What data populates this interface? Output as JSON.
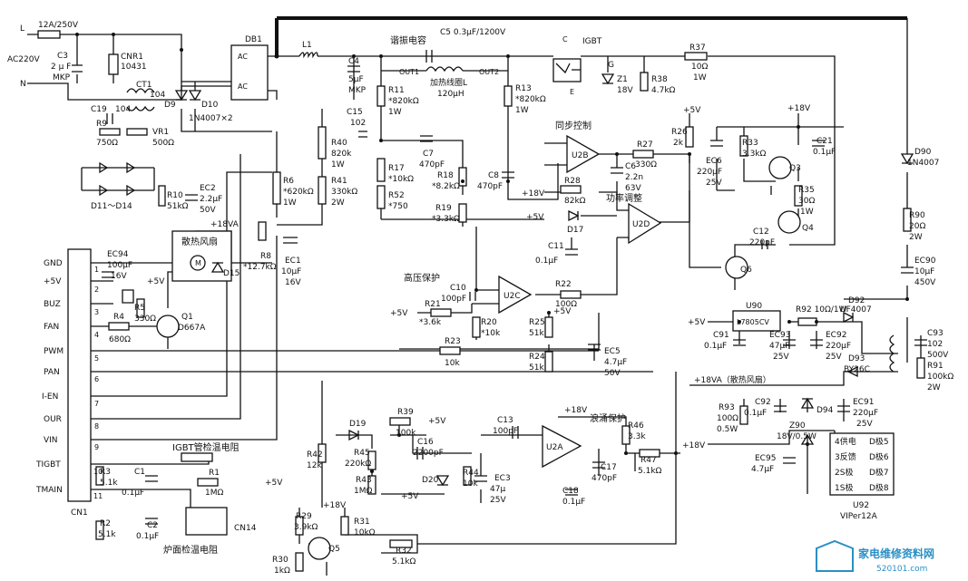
{
  "power_input": {
    "l": "L",
    "n": "N",
    "ac": "AC220V",
    "fuse": "12A/250V",
    "c3": [
      "C3",
      "2 μ F",
      "MKP"
    ],
    "cnr1": [
      "CNR1",
      "10431"
    ],
    "ct1": [
      "CT1",
      "104"
    ],
    "db1": "DB1",
    "ac_pin": "AC",
    "d9": "D9",
    "d10": "D10",
    "d9_10_type": "1N4007×2",
    "c19": [
      "C19",
      "104"
    ],
    "r9": [
      "R9",
      "750Ω"
    ],
    "vr1": [
      "VR1",
      "500Ω"
    ],
    "d11": "D11～D14",
    "r10": [
      "R10",
      "51kΩ"
    ],
    "ec2": [
      "EC2",
      "2.2μF",
      "50V"
    ]
  },
  "main": {
    "l1": "L1",
    "c4": [
      "C4",
      "5μF",
      "MKP"
    ],
    "c5_title": "谐振电容",
    "c5": "C5  0.3μF/1200V",
    "out1": "OUT1",
    "out2": "OUT2",
    "coil": [
      "加热线圈L",
      "120μH"
    ],
    "r11": [
      "R11",
      "*820kΩ",
      "1W"
    ],
    "r13": [
      "R13",
      "*820kΩ",
      "1W"
    ],
    "igbt": "IGBT",
    "g": "G",
    "c": "C",
    "e": "E",
    "z1": [
      "Z1",
      "18V"
    ],
    "r38": [
      "R38",
      "4.7kΩ"
    ],
    "r37": [
      "R37",
      "10Ω",
      "1W"
    ],
    "c15": [
      "C15",
      "102"
    ],
    "r40": [
      "R40",
      "820k",
      "1W"
    ],
    "r41": [
      "R41",
      "330kΩ",
      "2W"
    ],
    "r6": [
      "R6",
      "*620kΩ",
      "1W"
    ],
    "r8": [
      "R8",
      "*12.7kΩ"
    ],
    "ec1": [
      "EC1",
      "10μF",
      "16V"
    ],
    "r17": [
      "R17",
      "*10kΩ"
    ],
    "r52": [
      "R52",
      "*750"
    ],
    "c7": [
      "C7",
      "470pF"
    ],
    "r18": [
      "R18",
      "*8.2kΩ"
    ],
    "r19": [
      "R19",
      "*3.3kΩ"
    ],
    "c8": [
      "C8",
      "470pF"
    ],
    "r28": [
      "R28",
      "82kΩ"
    ],
    "d17": "D17",
    "sync_title": "同步控制",
    "u2b": "U2B",
    "r27": [
      "R27",
      "330Ω"
    ],
    "c6": [
      "C6",
      "2.2n",
      "63V"
    ],
    "r26": [
      "R26",
      "2k"
    ],
    "power_adj": "功率调整",
    "u2d": "U2D",
    "c11": [
      "C11",
      "0.1μF"
    ],
    "hv_prot": "高压保护",
    "u2c": "U2C",
    "c10": [
      "C10",
      "100pF"
    ],
    "r21": [
      "R21",
      "*3.6k"
    ],
    "r20": [
      "R20",
      "*10k"
    ],
    "r22": [
      "R22",
      "100Ω"
    ],
    "r25": [
      "R25",
      "51k"
    ],
    "r24": [
      "R24",
      "51k"
    ],
    "ec5": [
      "EC5",
      "4.7μF",
      "50V"
    ],
    "r23": [
      "R23",
      "10k"
    ],
    "plus5v": "+5V",
    "plus18v": "+18V"
  },
  "driver": {
    "r33": [
      "R33",
      "3.3kΩ"
    ],
    "c21": [
      "C21",
      "0.1μF"
    ],
    "ec6": [
      "EC6",
      "220μF",
      "25V"
    ],
    "q3": "Q3",
    "r35": [
      "R35",
      "30Ω",
      "1W"
    ],
    "q4": "Q4",
    "c12": [
      "C12",
      "220pF"
    ],
    "q6": "Q6",
    "d90": [
      "D90",
      "1N4007"
    ],
    "r90": [
      "R90",
      "20Ω",
      "2W"
    ],
    "ec90": [
      "EC90",
      "10μF",
      "450V"
    ]
  },
  "psu": {
    "u90": [
      "U90",
      "L7805CV"
    ],
    "r92": "R92  10Ω/1W",
    "d92": [
      "D92",
      "UF4007"
    ],
    "c91": [
      "C91",
      "0.1μF"
    ],
    "ec93": [
      "EC93",
      "47μF",
      "25V"
    ],
    "ec92": [
      "EC92",
      "220μF",
      "25V"
    ],
    "c93": [
      "C93",
      "102",
      "500V"
    ],
    "r91": [
      "R91",
      "100kΩ",
      "2W"
    ],
    "d93": [
      "D93",
      "BY26C"
    ],
    "fan_rail": "+18VA（散热风扇）",
    "r93": [
      "R93",
      "100Ω",
      "0.5W"
    ],
    "c92": [
      "C92",
      "0.1μF"
    ],
    "d94": "D94",
    "ec91": [
      "EC91",
      "220μF",
      "25V"
    ],
    "z90": [
      "Z90",
      "18V/0.5W"
    ],
    "ec95": [
      "EC95",
      "4.7μF"
    ],
    "u92": [
      "U92",
      "VIPer12A"
    ],
    "u92_pins_left": [
      "4供电",
      "3反馈",
      "2S极",
      "1S极"
    ],
    "u92_pins_right": [
      "D极5",
      "D极6",
      "D极7",
      "D极8"
    ]
  },
  "connector": {
    "cn1": "CN1",
    "pins": [
      "GND",
      "+5V",
      "BUZ",
      "FAN",
      "PWM",
      "PAN",
      "I-EN",
      "OUR",
      "VIN",
      "TIGBT",
      "TMAIN"
    ],
    "nums": [
      "1",
      "2",
      "3",
      "4",
      "5",
      "6",
      "7",
      "8",
      "9",
      "10",
      "11"
    ],
    "ec94": [
      "EC94",
      "100μF",
      "16V"
    ],
    "r4": [
      "R4",
      "680Ω"
    ],
    "r5": [
      "R5",
      "330Ω"
    ],
    "q1": [
      "Q1",
      "D667A"
    ],
    "fan_title": "散热风扇",
    "m": "M",
    "d15": "D15",
    "plus18va": "+18VA",
    "r3": [
      "R3",
      "5.1k"
    ],
    "c1": [
      "C1",
      "0.1μF"
    ],
    "r1": [
      "R1",
      "1MΩ"
    ],
    "r2": [
      "R2",
      "5.1k"
    ],
    "c2": [
      "C2",
      "0.1μF"
    ],
    "cn14": "CN14",
    "igbt_ntc": "IGBT管检温电阻",
    "plate_ntc": "炉面检温电阻"
  },
  "bottom": {
    "r42": [
      "R42",
      "12k"
    ],
    "d19": "D19",
    "r39": [
      "R39",
      "100k"
    ],
    "r45": [
      "R45",
      "220kΩ"
    ],
    "c16": [
      "C16",
      "2200pF"
    ],
    "r43": [
      "R43",
      "1MΩ"
    ],
    "d20": "D20",
    "r44": [
      "R44",
      "10k"
    ],
    "ec3": [
      "EC3",
      "47μ",
      "25V"
    ],
    "c13": [
      "C13",
      "100pF"
    ],
    "u2a": "U2A",
    "surge_prot": "浪涌保护",
    "r46": [
      "R46",
      "3.3k"
    ],
    "c17": [
      "C17",
      "470pF"
    ],
    "r47": [
      "R47",
      "5.1kΩ"
    ],
    "c18": [
      "C18",
      "0.1μF"
    ],
    "r29": [
      "R29",
      "3.9kΩ"
    ],
    "r30": [
      "R30",
      "1kΩ"
    ],
    "r31": [
      "R31",
      "10kΩ"
    ],
    "q5": "Q5",
    "r32": [
      "R32",
      "5.1kΩ"
    ]
  },
  "watermark": {
    "text": "家电维修资料网",
    "url": "520101.com"
  }
}
